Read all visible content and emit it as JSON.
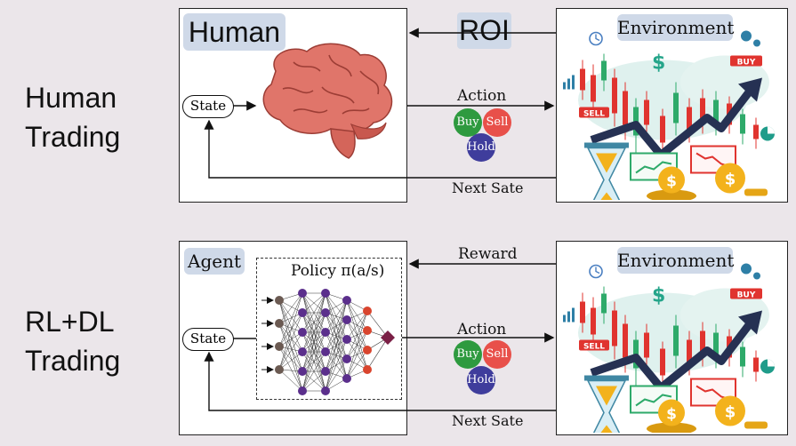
{
  "top": {
    "row_label_line1": "Human",
    "row_label_line2": "Trading",
    "actor_title": "Human",
    "feedback_label": "ROI",
    "state_label": "State",
    "action_label": "Action",
    "next_state_label": "Next Sate",
    "environment_title": "Environment"
  },
  "bottom": {
    "row_label_line1": "RL+DL",
    "row_label_line2": "Trading",
    "actor_title": "Agent",
    "policy_label": "Policy  π(a/s)",
    "feedback_label": "Reward",
    "state_label": "State",
    "action_label": "Action",
    "next_state_label": "Next Sate",
    "environment_title": "Environment"
  },
  "actions": {
    "buy": "Buy",
    "sell": "Sell",
    "hold": "Hold"
  },
  "env_badges": {
    "buy": "BUY",
    "sell": "SELL"
  },
  "colors": {
    "buy": "#2e9a3f",
    "sell": "#e8504a",
    "hold": "#3f3d9c",
    "title_bg": "#cfd9e8",
    "candle_red": "#e0342f",
    "candle_green": "#2eaa6a",
    "coin": "#f3b21c",
    "trend_arrow": "#263153"
  },
  "icons": [
    "brain-icon",
    "neural-network-icon",
    "hourglass-icon",
    "dollar-icon",
    "coin-icon",
    "clock-icon",
    "gear-icon",
    "candlestick-chart-icon"
  ]
}
